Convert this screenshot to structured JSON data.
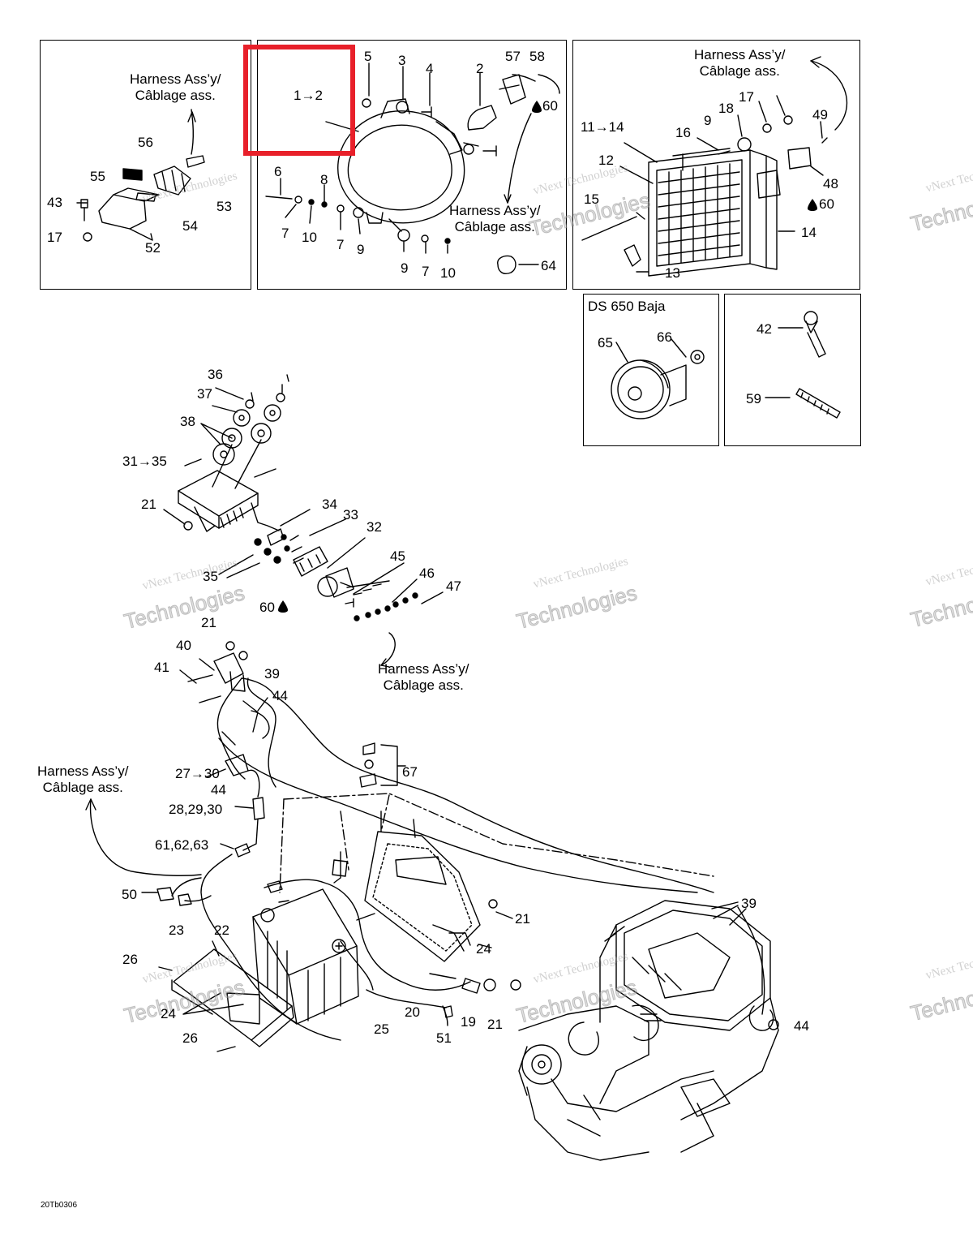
{
  "colors": {
    "highlight": "#e8202a",
    "line": "#000000",
    "watermark": "#9a9a9a"
  },
  "harness_text": {
    "line1": "Harness Ass’y/",
    "line2": "Câblage ass."
  },
  "panel_title_ds650": "DS 650 Baja",
  "reference_code": "20Tb0306",
  "watermark": {
    "line1": "vNext Technologies",
    "line2": "Technologies",
    "top": "vNext"
  },
  "callouts": {
    "c1_2": "1→2",
    "c2": "2",
    "c3": "3",
    "c4": "4",
    "c5": "5",
    "c6": "6",
    "c7a": "7",
    "c7b": "7",
    "c7c": "7",
    "c8": "8",
    "c9a": "9",
    "c9b": "9",
    "c9c": "9",
    "c10a": "10",
    "c10b": "10",
    "c11_14": "11→14",
    "c12": "12",
    "c13": "13",
    "c14": "14",
    "c15": "15",
    "c16": "16",
    "c17a": "17",
    "c17b": "17",
    "c18": "18",
    "c19": "19",
    "c20": "20",
    "c21a": "21",
    "c21b": "21",
    "c21c": "21",
    "c21d": "21",
    "c22": "22",
    "c23": "23",
    "c24a": "24",
    "c24b": "24",
    "c25": "25",
    "c26a": "26",
    "c26b": "26",
    "c27_30": "27→30",
    "c28_29_30": "28,29,30",
    "c31_35": "31→35",
    "c32": "32",
    "c33": "33",
    "c34": "34",
    "c35": "35",
    "c36": "36",
    "c37": "37",
    "c38": "38",
    "c39a": "39",
    "c39b": "39",
    "c40": "40",
    "c41": "41",
    "c42": "42",
    "c43": "43",
    "c44a": "44",
    "c44b": "44",
    "c44c": "44",
    "c45": "45",
    "c46": "46",
    "c47": "47",
    "c48": "48",
    "c49": "49",
    "c50": "50",
    "c51": "51",
    "c52": "52",
    "c53": "53",
    "c54": "54",
    "c55": "55",
    "c56": "56",
    "c57": "57",
    "c58": "58",
    "c59": "59",
    "c60a": "60",
    "c60b": "60",
    "c60c": "60",
    "c61_62_63": "61,62,63",
    "c64": "64",
    "c65": "65",
    "c66": "66",
    "c67": "67"
  }
}
